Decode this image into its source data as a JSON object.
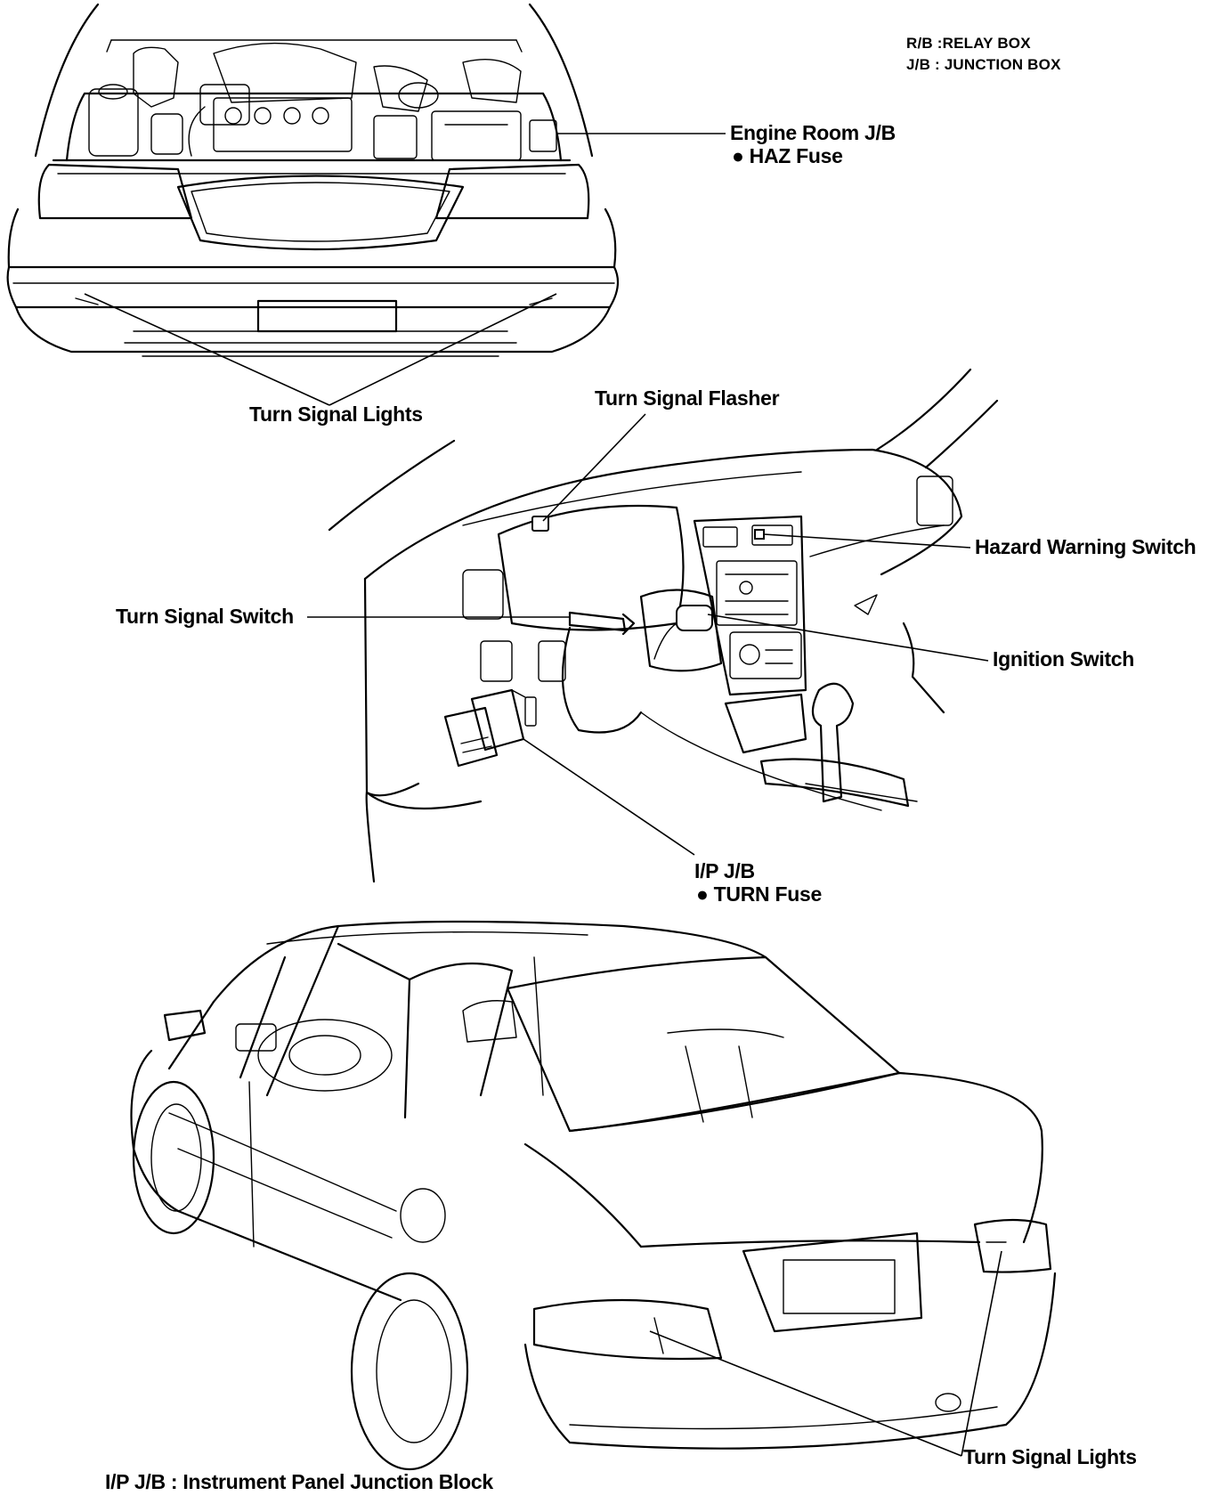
{
  "legend": {
    "rb": "R/B :RELAY BOX",
    "jb": "J/B : JUNCTION BOX"
  },
  "labels": {
    "engine_room_jb": "Engine Room J/B",
    "haz_fuse": "● HAZ Fuse",
    "turn_signal_lights_front": "Turn Signal Lights",
    "turn_signal_flasher": "Turn Signal Flasher",
    "hazard_warning_switch": "Hazard Warning Switch",
    "turn_signal_switch": "Turn Signal Switch",
    "ignition_switch": "Ignition Switch",
    "ip_jb": "I/P J/B",
    "turn_fuse": "● TURN Fuse",
    "turn_signal_lights_rear": "Turn Signal Lights",
    "footnote": "I/P J/B : Instrument Panel Junction Block"
  }
}
